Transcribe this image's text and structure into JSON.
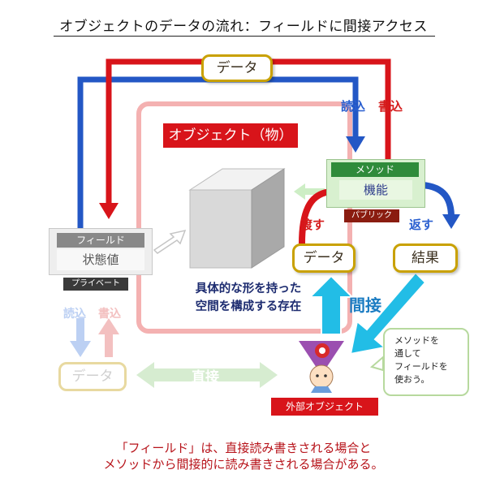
{
  "title": "オブジェクトのデータの流れ：フィールドに間接アクセス",
  "top_data_label": "データ",
  "read_label_right": "読込",
  "write_label_right": "書込",
  "object_title": "オブジェクト（物）",
  "method": {
    "header": "メソッド",
    "main": "機能",
    "public": "パブリック"
  },
  "pass_label": "渡す",
  "return_label": "返す",
  "data_right_label": "データ",
  "result_label": "結果",
  "field": {
    "header": "フィールド",
    "main": "状態値",
    "private": "プライベート"
  },
  "cube_caption_line1": "具体的な形を持った",
  "cube_caption_line2": "空間を構成する存在",
  "indirect_label": "間接",
  "read_label_left": "読込",
  "write_label_left": "書込",
  "data_left_label": "データ",
  "direct_label": "直接",
  "external_object_label": "外部オブジェクト",
  "bubble_lines": [
    "メソッドを",
    "通して",
    "フィールドを",
    "使おう。"
  ],
  "bottom_line1": "「フィールド」は、直接読み書きされる場合と",
  "bottom_line2": "メソッドから間接的に読み書きされる場合がある。",
  "colors": {
    "red": "#d8141a",
    "blue": "#2357c5",
    "gold": "#c9a100",
    "green": "#2f8b3a",
    "cyan": "#22bde6"
  }
}
